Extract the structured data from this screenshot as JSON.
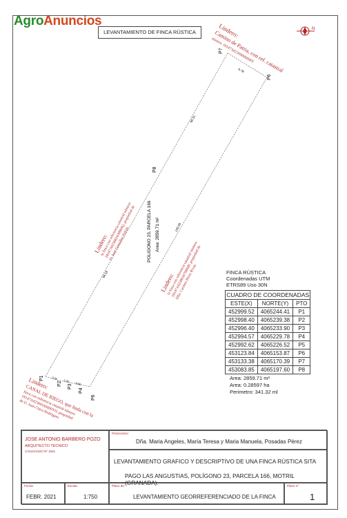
{
  "brand": {
    "part1": "Agro",
    "part2": "Anuncios"
  },
  "header": {
    "title": "LEVANTAMIENTO DE FINCA RÚSTICA"
  },
  "plot": {
    "center_labels": [
      "POLIGONO 23, PARCELA 166",
      "Area: 2859.71 m²"
    ],
    "vertex_labels": [
      "P1",
      "P2",
      "P3",
      "P4",
      "P6",
      "P7",
      "P8"
    ],
    "segment_labels": [
      "90.31",
      "145.09",
      "98.18",
      "6.78",
      "3.04",
      "2.30",
      "3.68"
    ],
    "linderos": [
      {
        "title": "Lindero:",
        "lines": [
          "Camino de Patria, con ref. catastral",
          "número 18147A0230900000FF"
        ]
      },
      {
        "title": "Lindero:",
        "lines": [
          "la finca con referencia catastral número",
          "18147A02300163000JQ, propiedad de",
          "D. José González Pulido"
        ]
      },
      {
        "title": "Lindero:",
        "lines": [
          "la finca con referencia catastral número",
          "18147A02300167000JP, propiedad de",
          "Dña. Carmen Pérez Rivas"
        ]
      },
      {
        "title": "Lindero:",
        "lines": [
          "CANAL DE RIEGO, que linda con la",
          "finca con referencia catastral número",
          "18147A02300160000YD, propiedad",
          "de D. Juan Chica Rodríguez"
        ]
      }
    ]
  },
  "info": {
    "title": "FINCA RÚSTICA",
    "subtitle": "Coordenadas UTM",
    "datum": "ETRS89 Uso 30N"
  },
  "table": {
    "caption": "CUADRO DE COORDENADAS",
    "headers": [
      "ESTE(X)",
      "NORTE(Y)",
      "PTO"
    ],
    "rows": [
      [
        "452999.52",
        "4065244.41",
        "P1"
      ],
      [
        "452998.40",
        "4065239.38",
        "P2"
      ],
      [
        "452996.40",
        "4065233.90",
        "P3"
      ],
      [
        "452994.57",
        "4065229.78",
        "P4"
      ],
      [
        "452992.62",
        "4065226.52",
        "P5"
      ],
      [
        "453123.84",
        "4065153.87",
        "P6"
      ],
      [
        "453133.38",
        "4065170.39",
        "P7"
      ],
      [
        "453083.85",
        "4065197.60",
        "P8"
      ]
    ]
  },
  "areas": {
    "area_m2": "Area: 2859.71 m²",
    "area_ha": "Area: 0.28597 ha",
    "perimeter": "Perimetro: 341.32 ml"
  },
  "cartouche": {
    "architect_name": "JOSE ANTONIO BARBERO POZO",
    "architect_role": "ARQUITECTO TECNICO",
    "architect_reg": "COLEGIADO Nº 1601",
    "owner_label": "Peticionario:",
    "owner": "Dña. Maria Angeles, María Teresa y Maria Manuela, Posadas Pérez",
    "desc_line1": "LEVANTAMIENTO GRAFICO Y DESCRIPTIVO DE UNA FINCA RÚSTICA SITA",
    "desc_line2": "PAGO LAS ANGUSTIAS, POLÍGONO 23, PARCELA 166, MOTRIL (GRANADA).",
    "date_label": "Fecha:",
    "date": "FEBR. 2021",
    "scale_label": "Escala:",
    "scale": "1:750",
    "plano_label": "Plano de:",
    "plano": "LEVANTAMIENTO GEORREFERENCIADO DE LA FINCA",
    "plano_n_label": "Plano nº",
    "plano_n": "1"
  }
}
